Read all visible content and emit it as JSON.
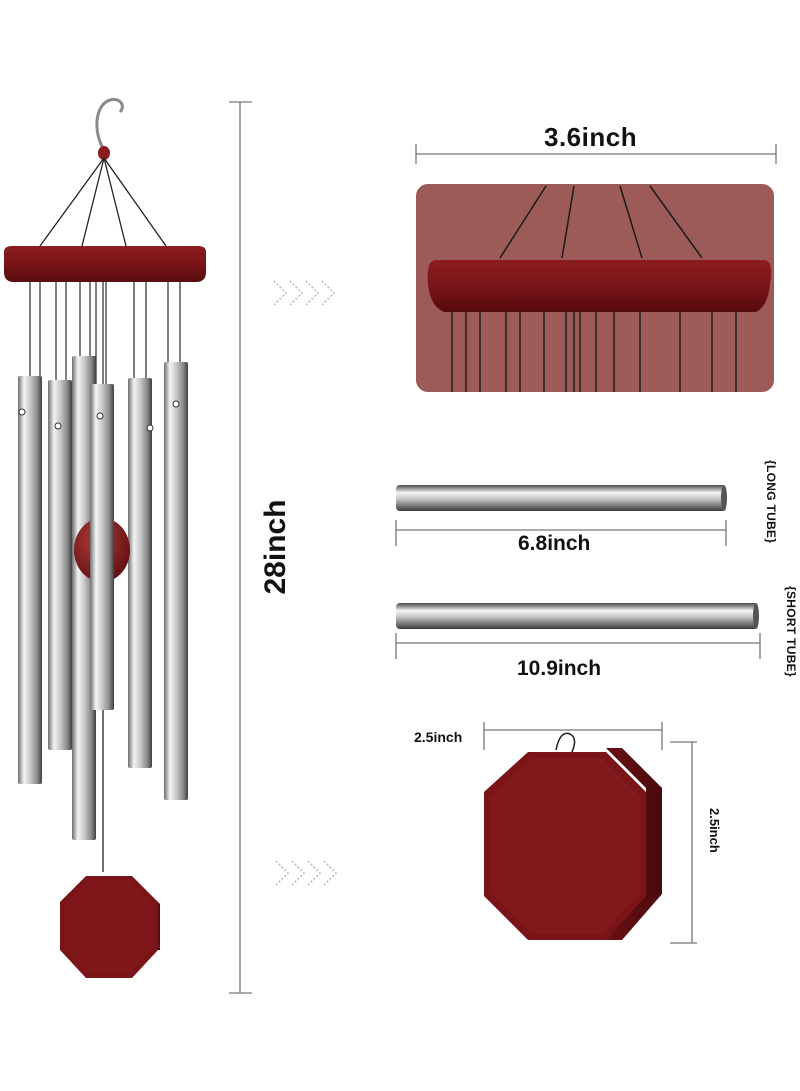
{
  "labels": {
    "total_height": "28inch",
    "ring_diameter": "3.6inch",
    "long_tube_length": "6.8inch",
    "long_tube_tag": "{LONG TUBE}",
    "short_tube_length": "10.9inch",
    "short_tube_tag": "{SHORT TUBE}",
    "sail_width": "2.5inch",
    "sail_height": "2.5inch"
  },
  "icons": {
    "arrow_top": "chevron-arrows-icon",
    "arrow_bottom": "chevron-arrows-icon"
  },
  "colors": {
    "wood": "#7a1418",
    "wood_dark": "#5a0d10",
    "zoom_bg": "#9c5a58",
    "tube_light": "#f2f2f2",
    "tube_dark": "#4a4a4a"
  }
}
